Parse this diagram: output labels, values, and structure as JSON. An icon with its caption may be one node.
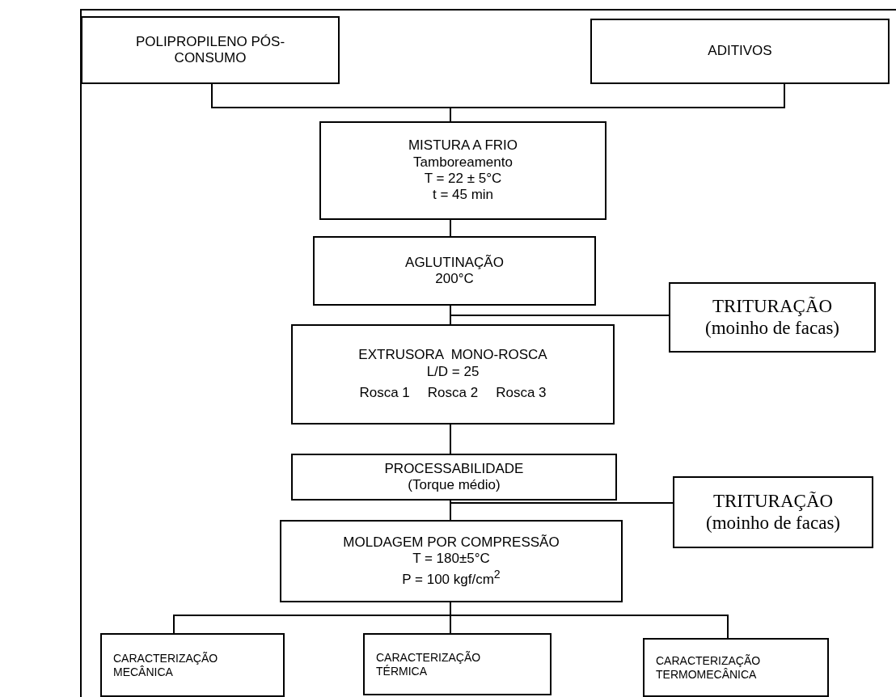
{
  "diagram": {
    "nodes": [
      {
        "text": [
          "POLIPROPILENO PÓS-CONSUMO"
        ]
      },
      {
        "text": [
          "ADITIVOS"
        ]
      },
      {
        "text": [
          "MISTURA A FRIO",
          "Tamboreamento",
          "T = 22 ± 5°C",
          "t = 45 min"
        ]
      },
      {
        "text": [
          "AGLUTINAÇÃO",
          "200°C"
        ]
      },
      {
        "text": [
          "TRITURAÇÃO",
          "(moinho de facas)"
        ]
      },
      {
        "text": [
          "EXTRUSORA  MONO-ROSCA",
          "L/D = 25",
          "Rosca 1",
          "Rosca 2",
          "Rosca 3"
        ]
      },
      {
        "text": [
          "PROCESSABILIDADE",
          "(Torque médio)"
        ]
      },
      {
        "text": [
          "TRITURAÇÃO",
          "(moinho de facas)"
        ]
      },
      {
        "text": [
          "MOLDAGEM POR COMPRESSÃO",
          "T = 180±5°C",
          "P = 100 kgf/cm$^{2}$"
        ]
      },
      {
        "text": [
          "CARACTERIZAÇÃO MECÂNICA"
        ]
      },
      {
        "text": [
          "CARACTERIZAÇÃO TÉRMICA"
        ]
      },
      {
        "text": [
          "CARACTERIZAÇÃO TERMOMECÂNICA"
        ]
      }
    ],
    "edges": [
      {
        "from": 0,
        "to": 2,
        "arrow": "none"
      },
      {
        "from": 1,
        "to": 2,
        "arrow": "none"
      },
      {
        "from": 2,
        "to": 3,
        "arrow": "none"
      },
      {
        "from": 3,
        "to": 5,
        "arrow": "none"
      },
      {
        "from": 4,
        "to": 5,
        "arrow": "none"
      },
      {
        "from": 5,
        "to": 6,
        "arrow": "none"
      },
      {
        "from": 6,
        "to": 8,
        "arrow": "none"
      },
      {
        "from": 7,
        "to": 8,
        "arrow": "none"
      },
      {
        "from": 8,
        "to": 9,
        "arrow": "none"
      },
      {
        "from": 8,
        "to": 10,
        "arrow": "none"
      },
      {
        "from": 8,
        "to": 11,
        "arrow": "none"
      }
    ]
  }
}
